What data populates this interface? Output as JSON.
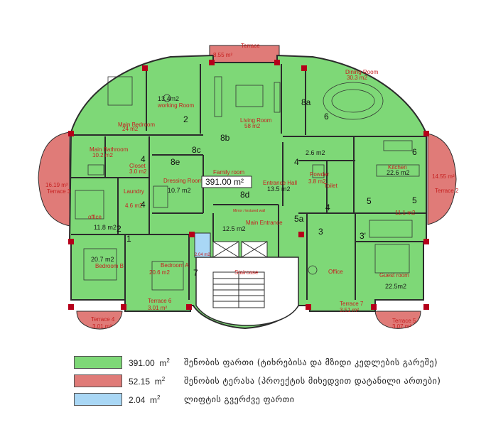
{
  "colors": {
    "floor": "#7ed877",
    "terrace": "#e07b78",
    "lift": "#a9d7f5",
    "wall": "#2b2b2b",
    "column": "#b5001a",
    "label": "#c62020"
  },
  "total_area": "391.00 m²",
  "terraces": [
    {
      "name": "Terrace",
      "area": "8.55 m²"
    },
    {
      "name": "Terrace 3",
      "area": "16.19 m²"
    },
    {
      "name": "Terrace 2",
      "area": "14.55 m²"
    },
    {
      "name": "Terrace 4",
      "area": "3.01 m²"
    },
    {
      "name": "Terrace 6",
      "area": "3.01 m²"
    },
    {
      "name": "Terrace 7",
      "area": "3.51 m²"
    },
    {
      "name": "Terrace 5",
      "area": "3.07 m²"
    }
  ],
  "rooms": {
    "dining_room": "Dining Room",
    "dining_area": "30.3 m2",
    "working_room_area": "13.4m2",
    "working_room": "working Room",
    "living_room": "Living Room",
    "living_area": "58 m2",
    "master_bedroom": "Main Bedroom",
    "master_bedroom_area": "24 m2",
    "main_bathroom": "Main Bathroom",
    "main_bathroom_area": "10.2 m2",
    "closet": "Closet",
    "closet_area": "3.0 m2",
    "laundry": "Laundry",
    "laundry_area": "4.6 m2",
    "office_left": "office",
    "office_left_area": "11.8 m2",
    "dressing_room": "Dressing Room",
    "dressing_area": "10.7 m2",
    "family_room": "Family room",
    "entrance_hall": "Entrance Hall",
    "entrance_area": "13.5 m2",
    "kitchen": "Kitchen",
    "kitchen_area": "22.6 m2",
    "pantry_area": "2.6 m2",
    "powder": "Powder",
    "powder_area": "3.8 m2",
    "toilet": "Toilet",
    "guest_bath_area": "11.1 m2",
    "main_entrance": "Main Entrance",
    "main_entrance_area": "12.5 m2",
    "mirror_note": "Mirror / textured wall",
    "bedroom_b_area": "20.7 m2",
    "bedroom_b": "Bedroom B",
    "bedroom_a": "Bedroom A",
    "bedroom_a_area": "20.6 m2",
    "lift_area": "2.04 m2",
    "staircase": "Staircase",
    "office_right": "Office",
    "guest_room": "Guest room",
    "guest_room_area": "22.5m2"
  },
  "axis_marks": [
    "2",
    "8a",
    "6",
    "8b",
    "8c",
    "8e",
    "8d",
    "4",
    "5",
    "5a",
    "3",
    "3'",
    "1",
    "2",
    "4",
    "4",
    "6",
    "5",
    "4",
    "7"
  ],
  "legend": [
    {
      "color": "#7ed877",
      "value": "391.00",
      "unit": "m",
      "sup": "2",
      "text": "შენობის ფართი (ტიხრებისა და მზიდი კედლების გარეშე)"
    },
    {
      "color": "#e07b78",
      "value": "52.15",
      "unit": "m",
      "sup": "2",
      "text": "შენობის ტერასა (პროექტის მიხედვით დატანილი ართები)"
    },
    {
      "color": "#a9d7f5",
      "value": "2.04",
      "unit": "m",
      "sup": "2",
      "text": "ლიფტის გვერძვე ფართი"
    }
  ]
}
